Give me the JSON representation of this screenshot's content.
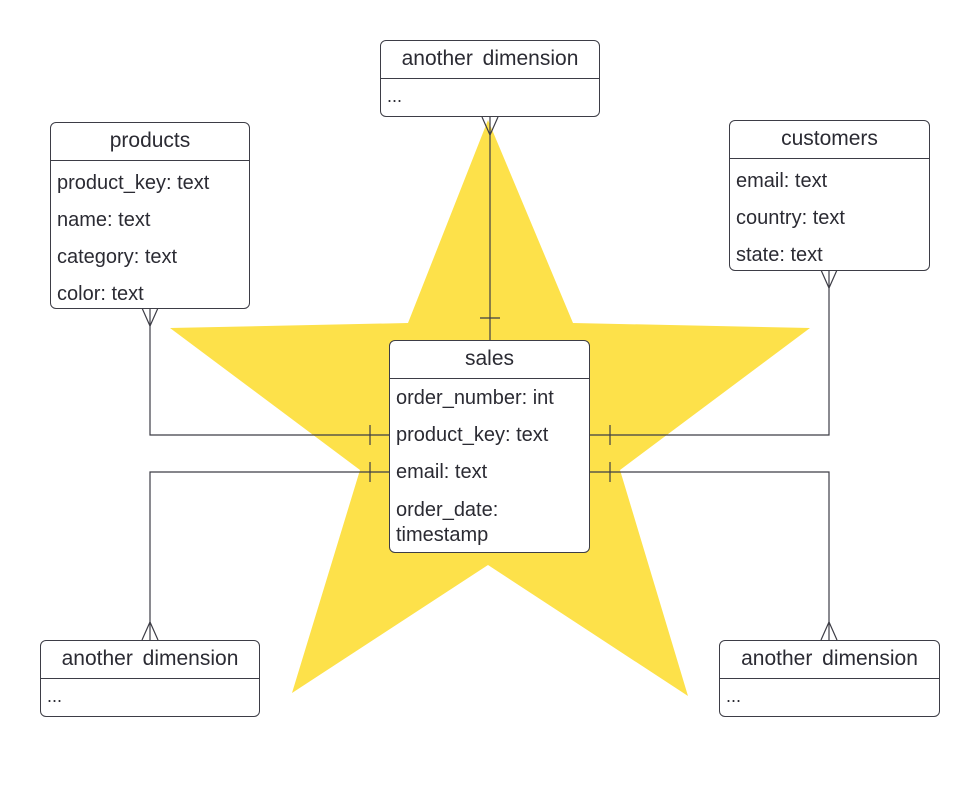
{
  "colors": {
    "star_fill": "#fde14a",
    "line": "#3d3d46",
    "text": "#2b2b33"
  },
  "diagram": {
    "fact": {
      "title": "sales",
      "fields": [
        "order_number: int",
        "product_key: text",
        "email: text",
        "order_date: timestamp"
      ]
    },
    "dimensions": {
      "products": {
        "title": "products",
        "fields": [
          "product_key: text",
          "name: text",
          "category: text",
          "color: text"
        ]
      },
      "customers": {
        "title": "customers",
        "fields": [
          "email: text",
          "country: text",
          "state: text"
        ]
      },
      "top": {
        "title": "another dimension",
        "fields": [
          "..."
        ]
      },
      "bottom_left": {
        "title": "another dimension",
        "fields": [
          "..."
        ]
      },
      "bottom_right": {
        "title": "another dimension",
        "fields": [
          "..."
        ]
      }
    },
    "relationships": [
      {
        "from": "fact",
        "to": "products",
        "from_end": "one",
        "to_end": "many"
      },
      {
        "from": "fact",
        "to": "customers",
        "from_end": "one",
        "to_end": "many"
      },
      {
        "from": "fact",
        "to": "top",
        "from_end": "one",
        "to_end": "many"
      },
      {
        "from": "fact",
        "to": "bottom_left",
        "from_end": "one",
        "to_end": "many"
      },
      {
        "from": "fact",
        "to": "bottom_right",
        "from_end": "one",
        "to_end": "many"
      }
    ]
  }
}
